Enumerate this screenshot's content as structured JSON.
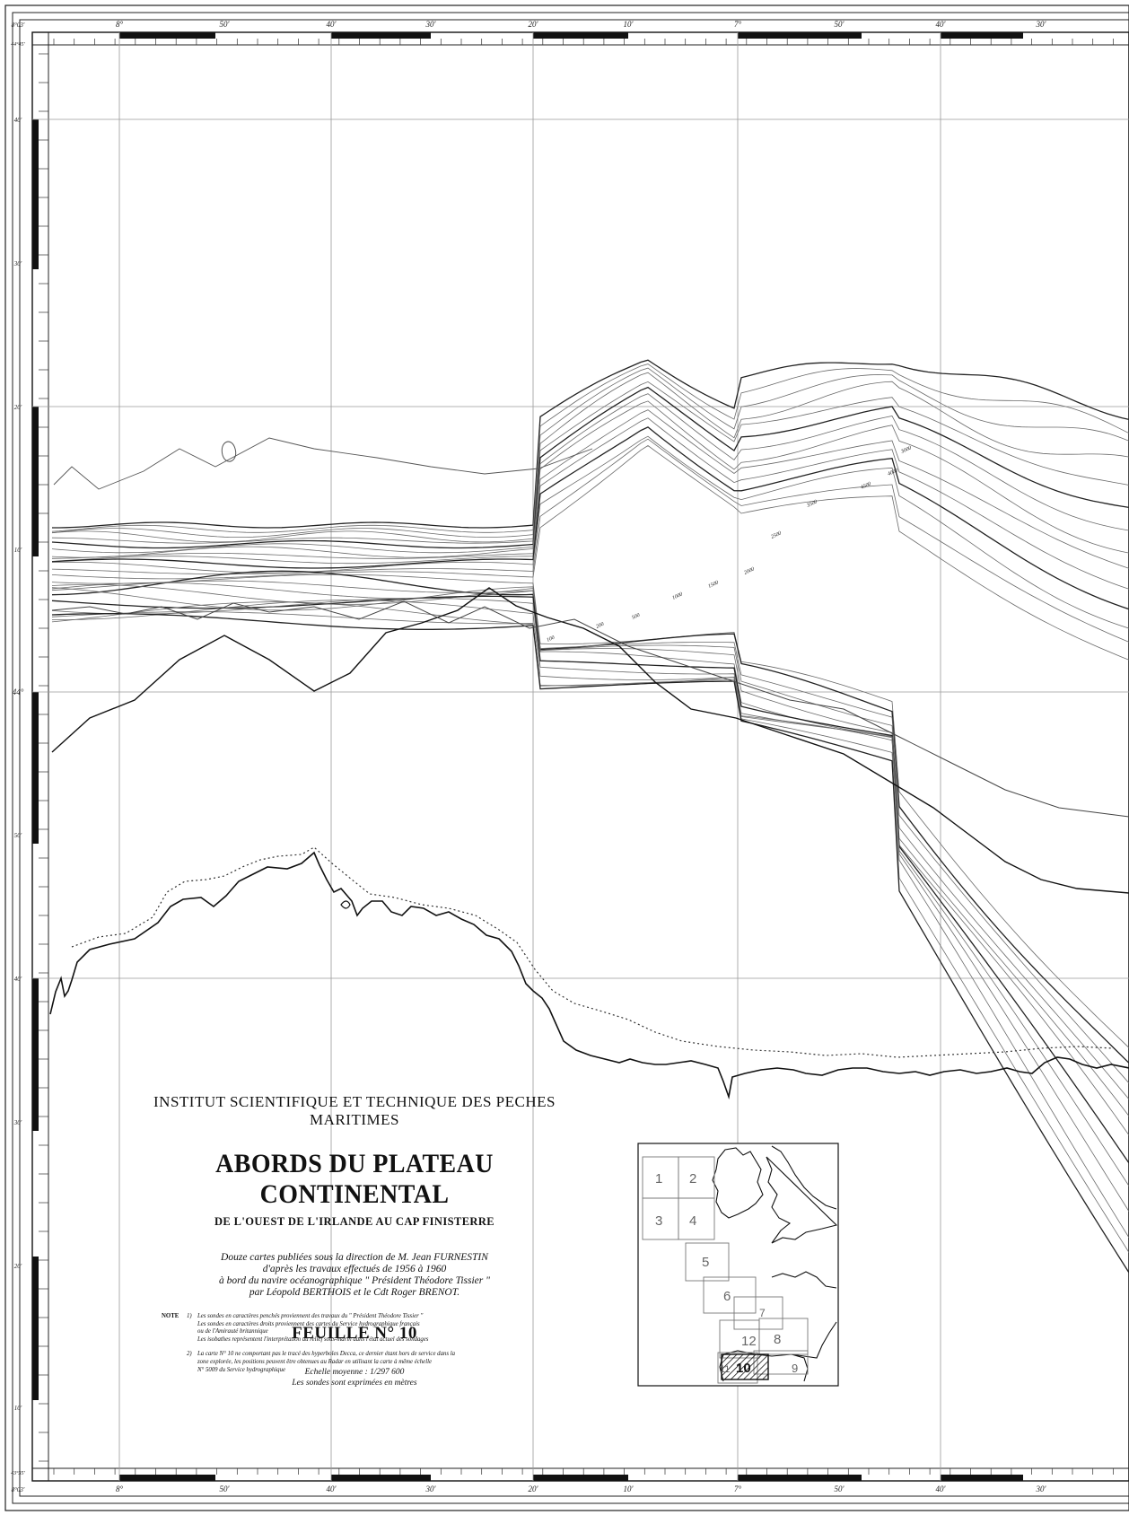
{
  "frame": {
    "top_labels": [
      "8°03'",
      "8°",
      "50'",
      "40'",
      "30'",
      "20'",
      "10'",
      "7°",
      "50'",
      "40'",
      "30'"
    ],
    "bottom_labels": [
      "8°03'",
      "8°",
      "50'",
      "40'",
      "30'",
      "20'",
      "10'",
      "7°",
      "50'",
      "40'",
      "30'"
    ],
    "left_labels": [
      "44°45'",
      "40'",
      "30'",
      "20'",
      "10'",
      "44°",
      "50'",
      "40'",
      "30'",
      "20'",
      "10'",
      "43°35'"
    ]
  },
  "title_block": {
    "institute": "INSTITUT SCIENTIFIQUE ET TECHNIQUE DES PECHES MARITIMES",
    "title": "ABORDS DU PLATEAU CONTINENTAL",
    "subtitle": "DE L'OUEST DE L'IRLANDE AU CAP FINISTERRE",
    "credits": [
      "Douze cartes publiées sous la direction de M. Jean FURNESTIN",
      "d'après les travaux effectués de 1956 à 1960",
      "à bord du navire océanographique \" Président Théodore Tissier \"",
      "par Léopold BERTHOIS et le Cdt Roger BRENOT."
    ],
    "sheet": "FEUILLE N° 10",
    "scale": "Echelle moyenne : 1/297 600",
    "units": "Les sondes sont exprimées en mètres"
  },
  "notes": {
    "label": "NOTE",
    "items": [
      {
        "num": "1)",
        "lines": [
          "Les sondes en caractères penchés proviennent des travaux du \" Président Théodore Tissier \"",
          "Les sondes en caractères droits proviennent des cartes du Service hydrographique français",
          "ou de l'Amirauté britannique",
          "Les isobathes représentent l'interprétation du relief sous-marin dans l'état actuel des sondages"
        ]
      },
      {
        "num": "2)",
        "lines": [
          "La carte N° 10 ne comportant pas le tracé des hyperboles Decca, ce dernier étant hors de service dans la",
          "zone explorée, les positions peuvent être obtenues au Radar en utilisant la carte à même échelle",
          "N° 5009 du Service hydrographique"
        ]
      }
    ]
  },
  "inset": {
    "sheets": [
      "1",
      "2",
      "3",
      "4",
      "5",
      "6",
      "7",
      "8",
      "9",
      "10",
      "11",
      "12"
    ],
    "highlighted": "10"
  },
  "depth_labels": [
    "3000",
    "4000",
    "4500",
    "3500",
    "2500",
    "2000",
    "1500",
    "1000",
    "500",
    "200",
    "100"
  ],
  "colors": {
    "ink": "#111111",
    "contour": "#555555",
    "grid": "#9a9a9a"
  }
}
